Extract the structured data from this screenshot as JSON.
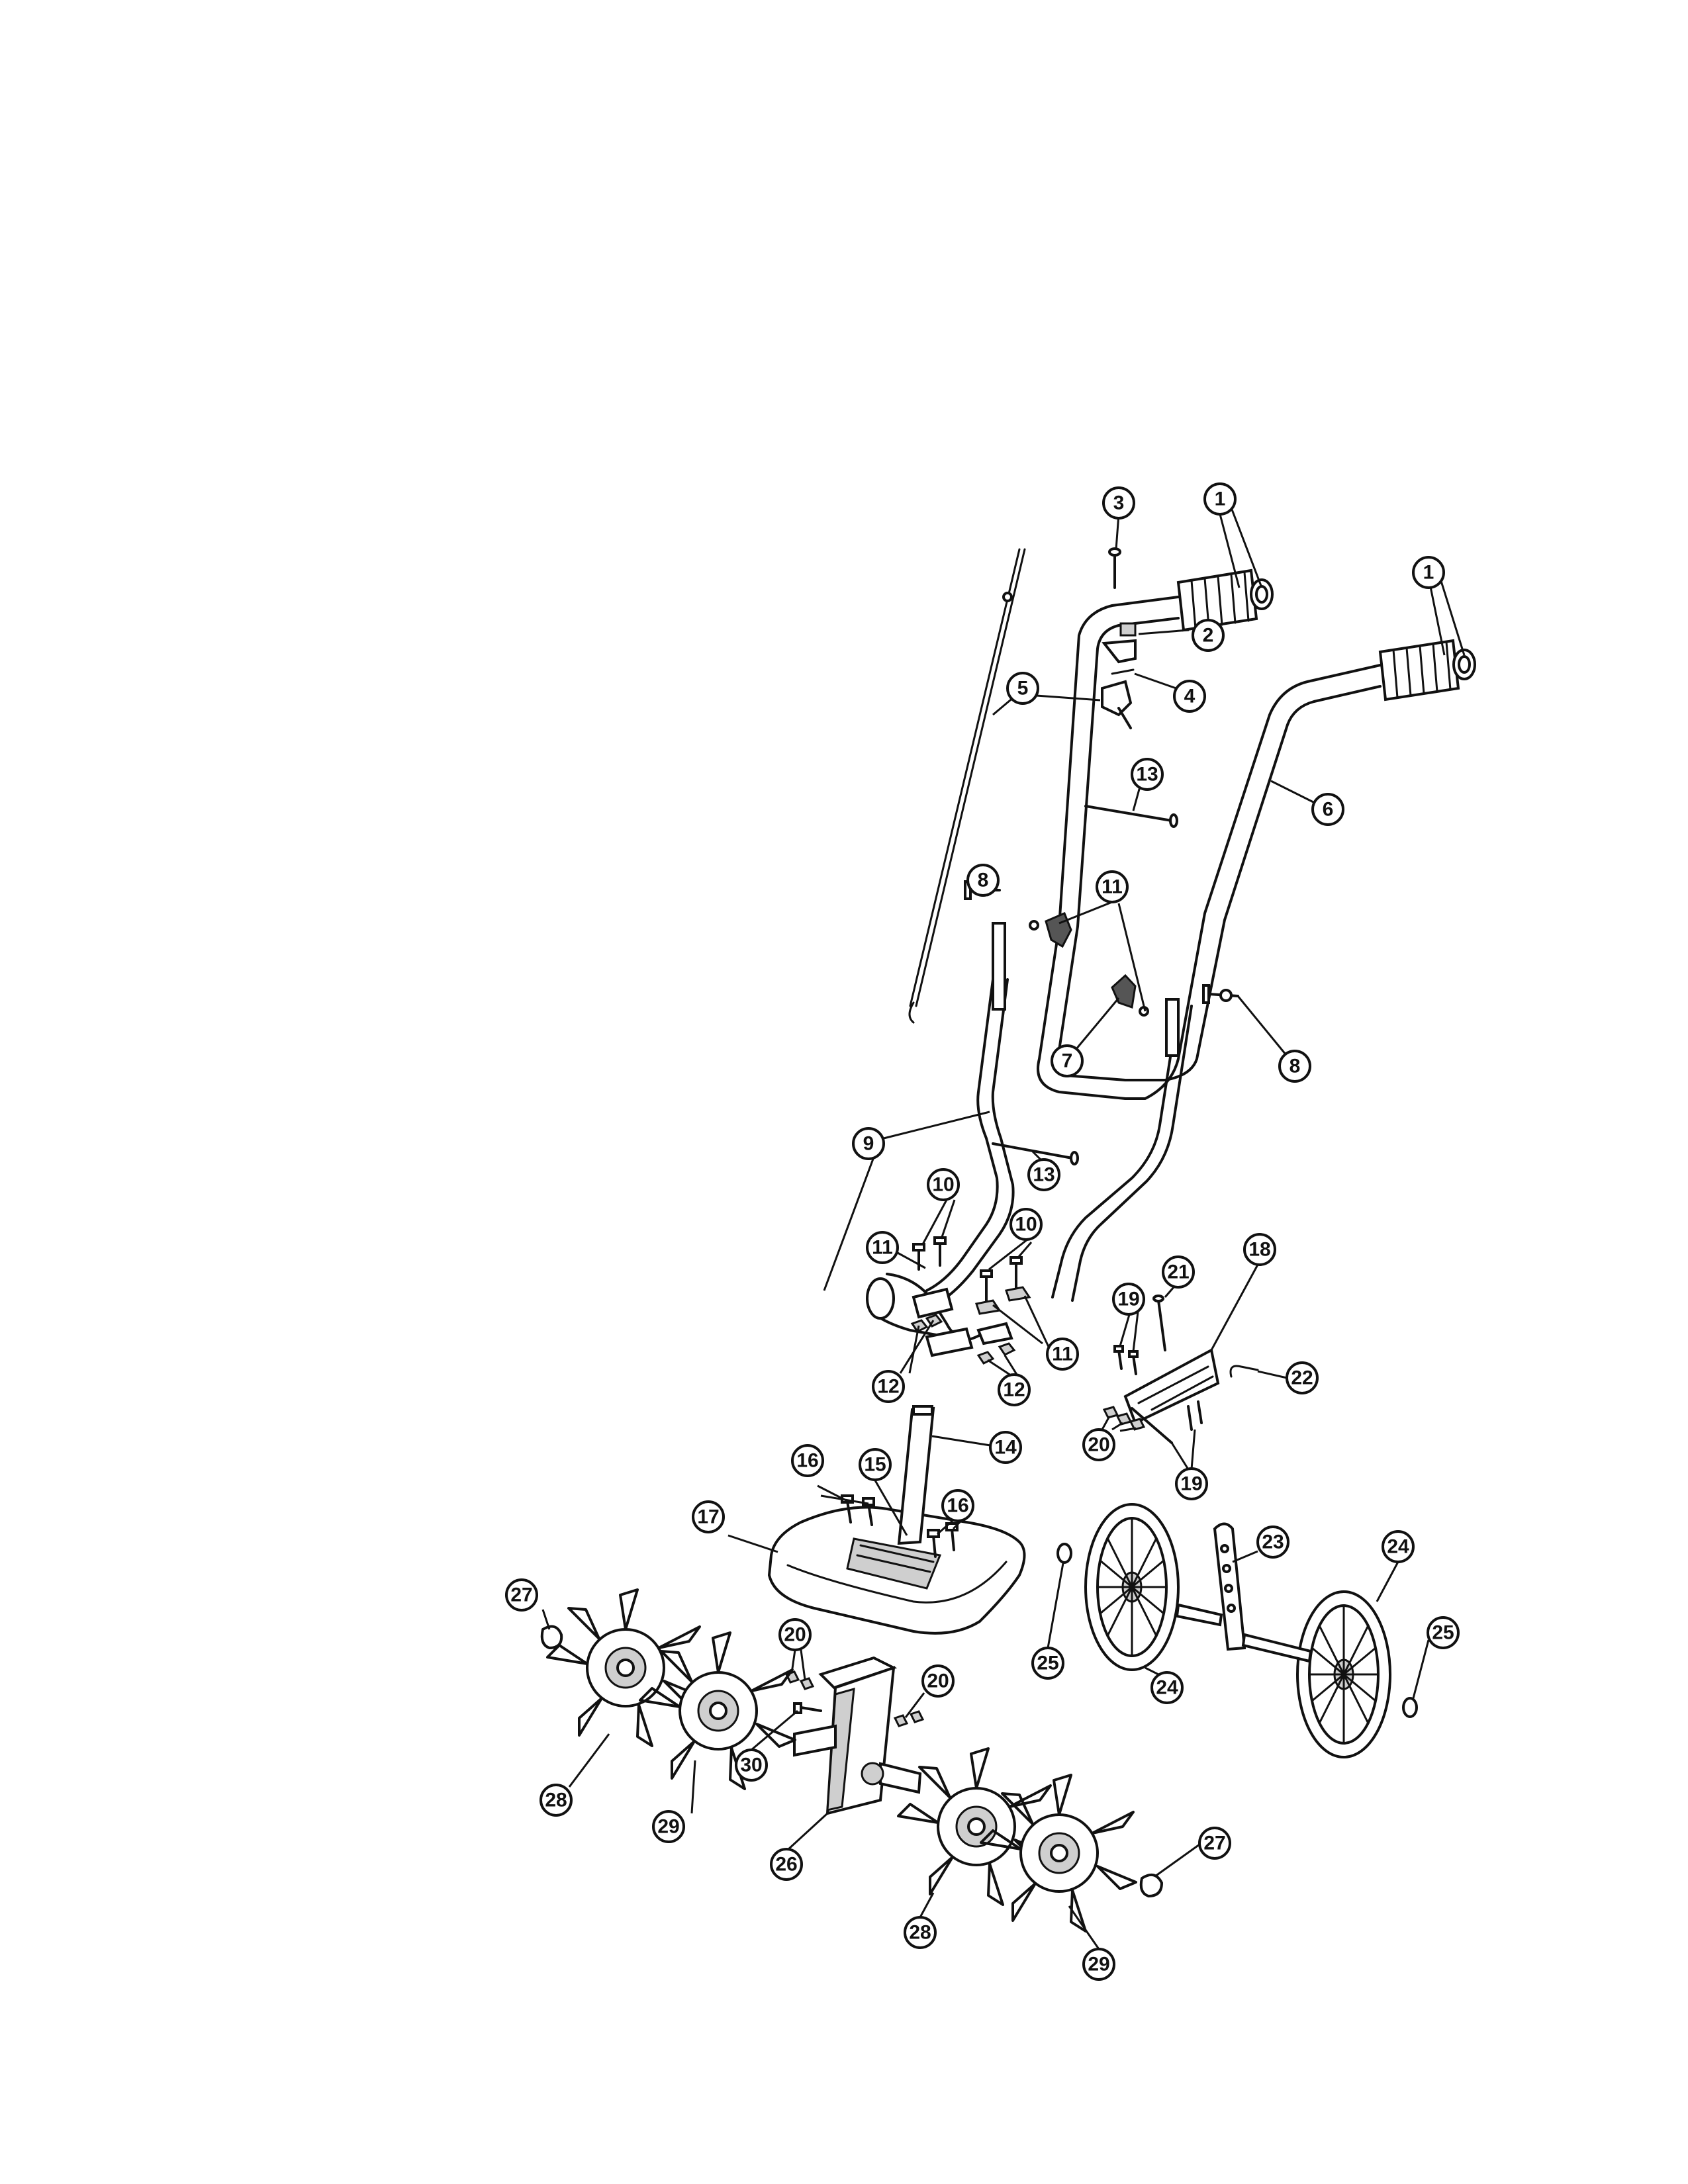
{
  "callouts": [
    {
      "id": "c1a",
      "label": "1"
    },
    {
      "id": "c1b",
      "label": "1"
    },
    {
      "id": "c2",
      "label": "2"
    },
    {
      "id": "c3",
      "label": "3"
    },
    {
      "id": "c4",
      "label": "4"
    },
    {
      "id": "c5",
      "label": "5"
    },
    {
      "id": "c6",
      "label": "6"
    },
    {
      "id": "c7",
      "label": "7"
    },
    {
      "id": "c8a",
      "label": "8"
    },
    {
      "id": "c8b",
      "label": "8"
    },
    {
      "id": "c9",
      "label": "9"
    },
    {
      "id": "c10a",
      "label": "10"
    },
    {
      "id": "c10b",
      "label": "10"
    },
    {
      "id": "c11a",
      "label": "11"
    },
    {
      "id": "c11b",
      "label": "11"
    },
    {
      "id": "c11c",
      "label": "11"
    },
    {
      "id": "c12a",
      "label": "12"
    },
    {
      "id": "c12b",
      "label": "12"
    },
    {
      "id": "c13a",
      "label": "13"
    },
    {
      "id": "c13b",
      "label": "13"
    },
    {
      "id": "c14",
      "label": "14"
    },
    {
      "id": "c15",
      "label": "15"
    },
    {
      "id": "c16a",
      "label": "16"
    },
    {
      "id": "c16b",
      "label": "16"
    },
    {
      "id": "c17",
      "label": "17"
    },
    {
      "id": "c18",
      "label": "18"
    },
    {
      "id": "c19a",
      "label": "19"
    },
    {
      "id": "c19b",
      "label": "19"
    },
    {
      "id": "c20a",
      "label": "20"
    },
    {
      "id": "c20b",
      "label": "20"
    },
    {
      "id": "c20c",
      "label": "20"
    },
    {
      "id": "c21",
      "label": "21"
    },
    {
      "id": "c22",
      "label": "22"
    },
    {
      "id": "c23",
      "label": "23"
    },
    {
      "id": "c24a",
      "label": "24"
    },
    {
      "id": "c24b",
      "label": "24"
    },
    {
      "id": "c25a",
      "label": "25"
    },
    {
      "id": "c25b",
      "label": "25"
    },
    {
      "id": "c26",
      "label": "26"
    },
    {
      "id": "c27a",
      "label": "27"
    },
    {
      "id": "c27b",
      "label": "27"
    },
    {
      "id": "c28a",
      "label": "28"
    },
    {
      "id": "c28b",
      "label": "28"
    },
    {
      "id": "c29a",
      "label": "29"
    },
    {
      "id": "c29b",
      "label": "29"
    },
    {
      "id": "c30",
      "label": "30"
    }
  ]
}
